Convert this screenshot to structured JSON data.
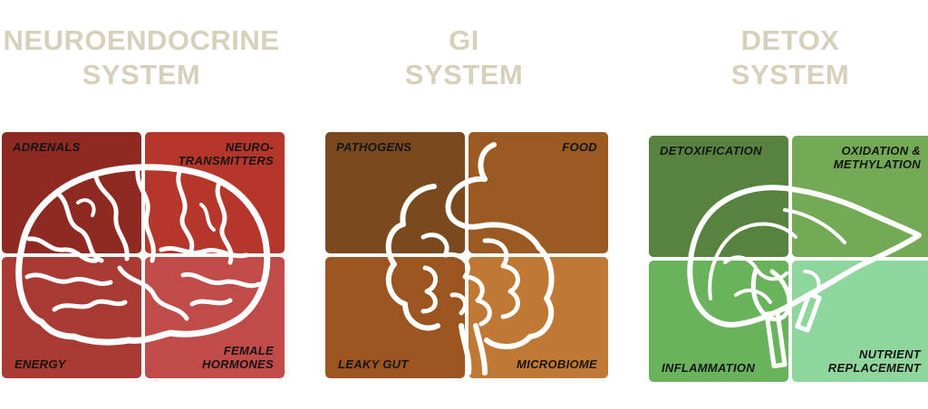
{
  "colors": {
    "title": "#d6d0bc",
    "neuro": [
      "#8f2a22",
      "#b5362a",
      "#a93a33",
      "#c04b48"
    ],
    "gi": [
      "#7a4a1e",
      "#9a5a22",
      "#9c5521",
      "#c07835"
    ],
    "detox": [
      "#58823f",
      "#74aa55",
      "#6ab35d",
      "#8fd69c"
    ]
  },
  "systems": [
    {
      "title_line1": "NEUROENDOCRINE",
      "title_line2": "SYSTEM",
      "organ_icon": "brain-icon",
      "labels": {
        "tl": [
          "ADRENALS"
        ],
        "tr": [
          "NEURO-",
          "TRANSMITTERS"
        ],
        "bl": [
          "ENERGY"
        ],
        "br": [
          "FEMALE",
          "HORMONES"
        ]
      }
    },
    {
      "title_line1": "GI",
      "title_line2": "SYSTEM",
      "organ_icon": "digestive-tract-icon",
      "labels": {
        "tl": [
          "PATHOGENS"
        ],
        "tr": [
          "FOOD"
        ],
        "bl": [
          "LEAKY GUT"
        ],
        "br": [
          "MICROBIOME"
        ]
      }
    },
    {
      "title_line1": "DETOX",
      "title_line2": "SYSTEM",
      "organ_icon": "liver-icon",
      "labels": {
        "tl": [
          "DETOXIFICATION"
        ],
        "tr": [
          "OXIDATION &",
          "METHYLATION"
        ],
        "bl": [
          "INFLAMMATION"
        ],
        "br": [
          "NUTRIENT",
          "REPLACEMENT"
        ]
      }
    }
  ]
}
